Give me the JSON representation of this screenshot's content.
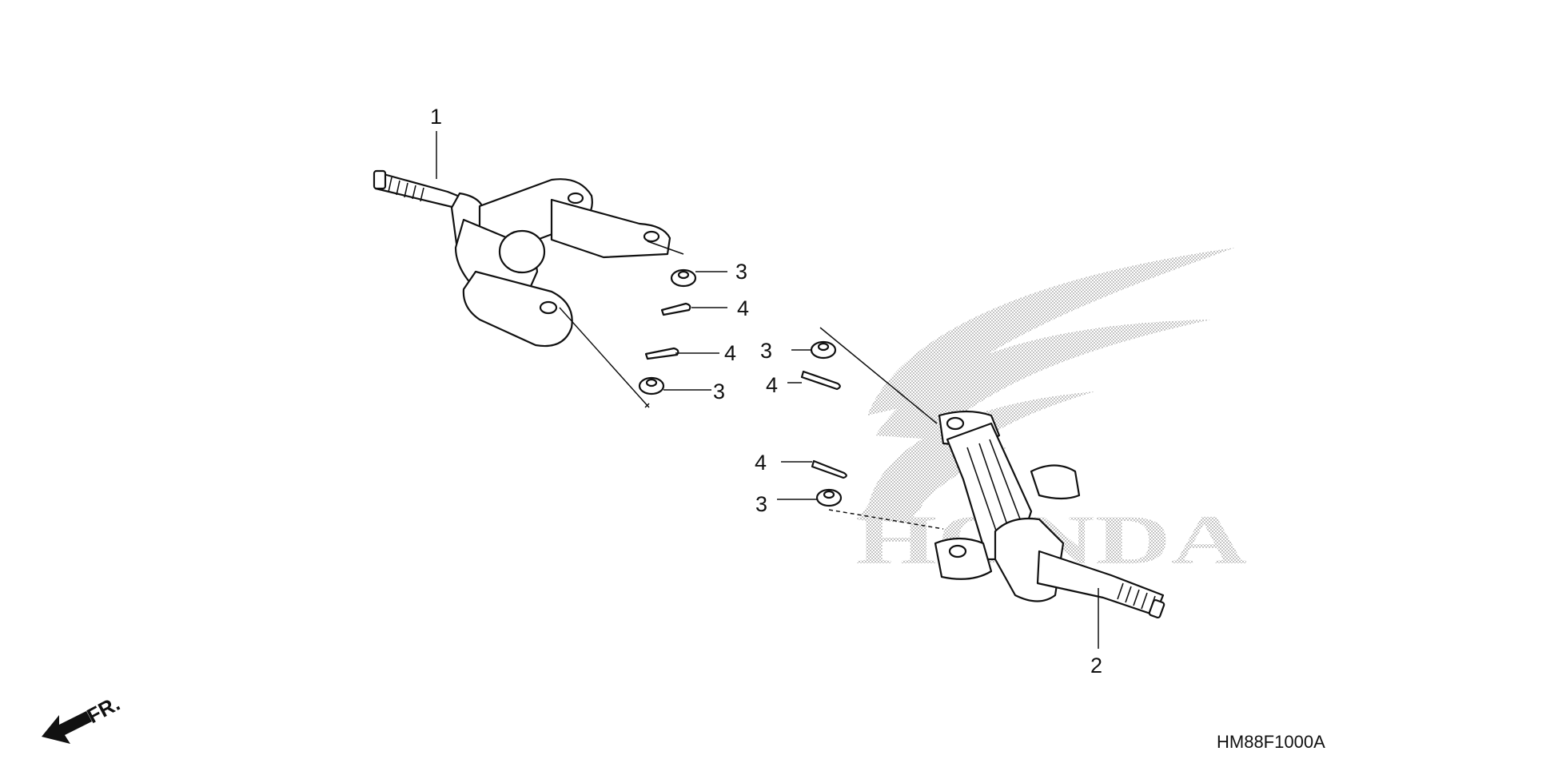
{
  "diagram_code": "HM88F1000A",
  "front_marker": "FR.",
  "callouts": [
    "1",
    "2",
    "3",
    "3",
    "3",
    "3",
    "4",
    "4",
    "4",
    "4"
  ],
  "colors": {
    "ink": "#111111",
    "watermark": "#c8c8c8",
    "background": "#ffffff"
  },
  "watermark": {
    "name": "honda-wing-logo",
    "text": "HONDA"
  }
}
